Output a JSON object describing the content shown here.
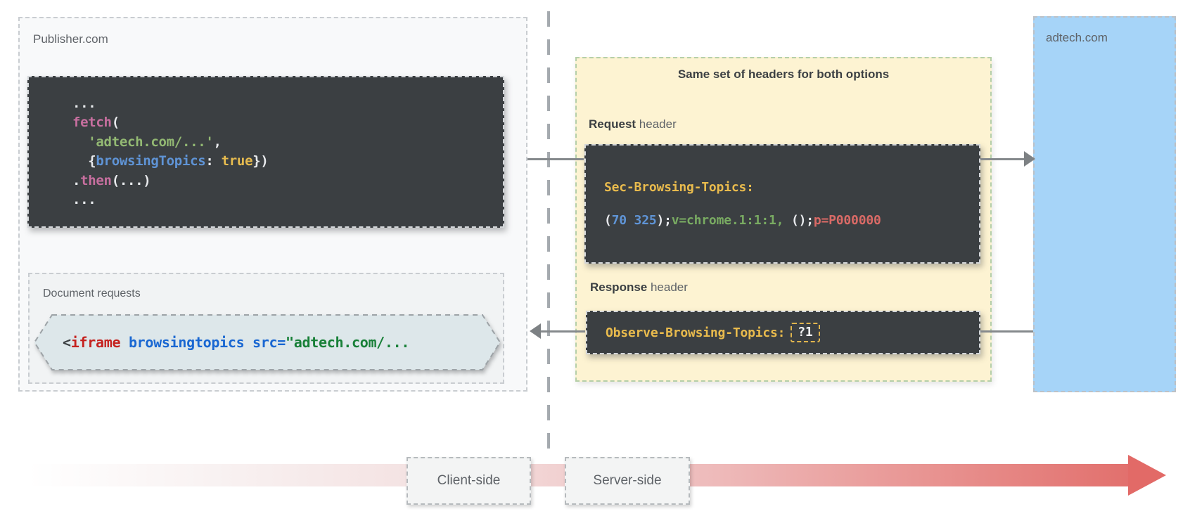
{
  "colors": {
    "code_block_bg": "#3b3f42",
    "panel_yellow_bg": "#fdf3d2",
    "panel_yellow_border": "#b5cfa8",
    "adtech_blue_bg": "#a6d4f8",
    "publisher_bg": "#f8f9fa",
    "hexagon_bg": "#dde7ea",
    "timeline_red": "#e2706d",
    "connector_gray": "#85898c",
    "code_yellow": "#e9bb4d",
    "code_blue": "#5f94d6",
    "code_green": "#79ab62",
    "code_red": "#d96a66",
    "code_pink": "#c76f9f"
  },
  "publisher": {
    "label": "Publisher.com",
    "code_lines": [
      [
        {
          "text": "...",
          "color": "#e8eaed"
        }
      ],
      [
        {
          "text": "fetch",
          "color": "#c76f9f"
        },
        {
          "text": "(",
          "color": "#e8eaed"
        }
      ],
      [
        {
          "text": "  ",
          "color": "#e8eaed"
        },
        {
          "text": "'adtech.com/...'",
          "color": "#93b973"
        },
        {
          "text": ",",
          "color": "#e8eaed"
        }
      ],
      [
        {
          "text": "  {",
          "color": "#e8eaed"
        },
        {
          "text": "browsingTopics",
          "color": "#5f94d6"
        },
        {
          "text": ": ",
          "color": "#e8eaed"
        },
        {
          "text": "true",
          "color": "#e6bb4f"
        },
        {
          "text": "})",
          "color": "#e8eaed"
        }
      ],
      [
        {
          "text": ".",
          "color": "#e8eaed"
        },
        {
          "text": "then",
          "color": "#c76f9f"
        },
        {
          "text": "(...)",
          "color": "#e8eaed"
        }
      ],
      [
        {
          "text": "...",
          "color": "#e8eaed"
        }
      ]
    ],
    "doc_requests": {
      "label": "Document requests",
      "code": [
        {
          "text": "<",
          "color": "#3c4043"
        },
        {
          "text": "iframe",
          "color": "#c5221f"
        },
        {
          "text": " browsingtopics src=",
          "color": "#1967d2"
        },
        {
          "text": "\"adtech.com/...",
          "color": "#188038"
        }
      ]
    }
  },
  "headers_panel": {
    "title": "Same set of headers for both options",
    "request": {
      "label_bold": "Request",
      "label_rest": " header",
      "name_segments": [
        {
          "text": "Sec-Browsing-Topics:",
          "color": "#e9bb4d"
        }
      ],
      "value_segments": [
        {
          "text": "(",
          "color": "#e8eaed"
        },
        {
          "text": "70 325",
          "color": "#5f94d6"
        },
        {
          "text": ");",
          "color": "#e8eaed"
        },
        {
          "text": "v=chrome.1:1:1,",
          "color": "#79ab62"
        },
        {
          "text": " ();",
          "color": "#e8eaed"
        },
        {
          "text": "p=P000000",
          "color": "#d96a66"
        }
      ]
    },
    "response": {
      "label_bold": "Response",
      "label_rest": " header",
      "name_segments": [
        {
          "text": "Observe-Browsing-Topics:",
          "color": "#e9bb4d"
        }
      ],
      "flag": "?1"
    }
  },
  "adtech": {
    "label": "adtech.com"
  },
  "timeline": {
    "client_label": "Client-side",
    "server_label": "Server-side"
  }
}
